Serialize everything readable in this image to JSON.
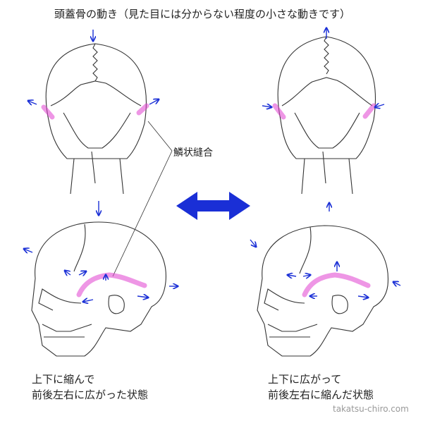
{
  "title": "頭蓋骨の動き（見た目には分からない程度の小さな動きです）",
  "suture_label": "鱗状縫合",
  "left_caption": {
    "line1": "上下に縮んで",
    "line2": "前後左右に広がった状態"
  },
  "right_caption": {
    "line1": "上下に広がって",
    "line2": "前後左右に縮んだ状態"
  },
  "credit": "takatsu-chiro.com",
  "colors": {
    "arrow": "#1a2fd6",
    "suture_highlight": "#e040d0",
    "outline": "#333333"
  }
}
